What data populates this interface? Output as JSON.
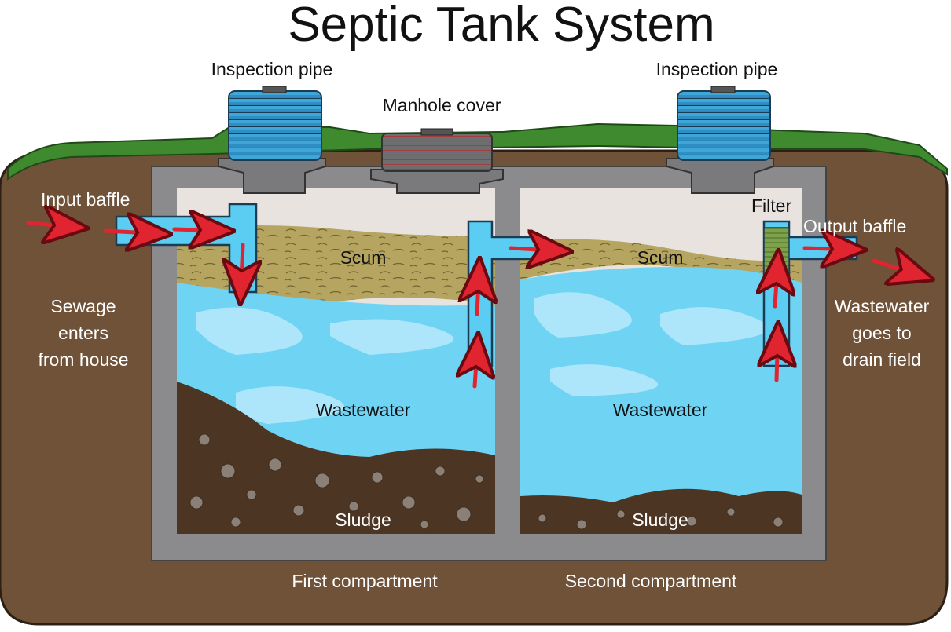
{
  "title": "Septic Tank System",
  "labels": {
    "inspection_pipe_left": "Inspection pipe",
    "inspection_pipe_right": "Inspection pipe",
    "manhole_cover": "Manhole cover",
    "input_baffle": "Input baffle",
    "filter": "Filter",
    "output_baffle": "Output baffle",
    "scum_1": "Scum",
    "scum_2": "Scum",
    "wastewater_1": "Wastewater",
    "wastewater_2": "Wastewater",
    "sludge_1": "Sludge",
    "sludge_2": "Sludge",
    "sewage_line1": "Sewage",
    "sewage_line2": "enters",
    "sewage_line3": "from house",
    "drain_line1": "Wastewater",
    "drain_line2": "goes to",
    "drain_line3": "drain field",
    "first_compartment": "First compartment",
    "second_compartment": "Second compartment"
  },
  "colors": {
    "soil": "#6f5238",
    "grass": "#3f8a2e",
    "concrete": "#8b8b8d",
    "air": "#e8e3de",
    "scum": "#b5a561",
    "water": "#6fd4f4",
    "water_highlight": "#b8e9fb",
    "sludge": "#4c3522",
    "pipe": "#5ccdf2",
    "riser": "#2f8fc4",
    "flow_arrow": "#e02530"
  }
}
